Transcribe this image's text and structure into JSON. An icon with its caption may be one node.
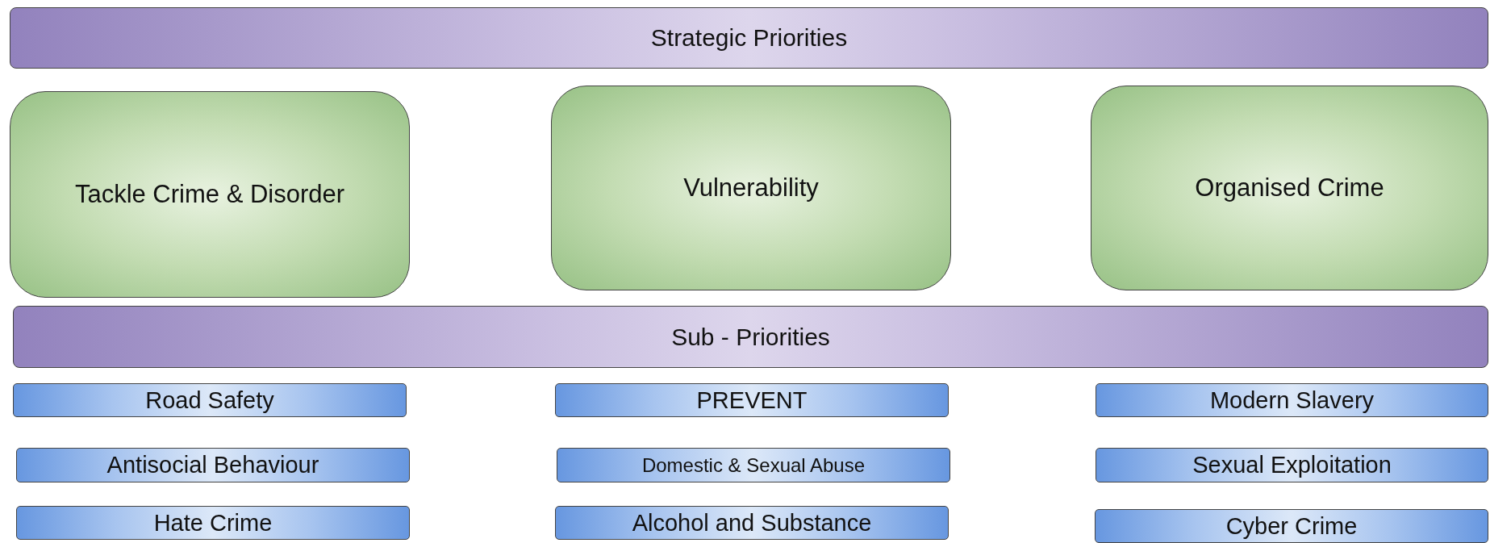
{
  "diagram": {
    "nodes": [
      {
        "text": [
          "Strategic Priorities"
        ]
      },
      {
        "text": [
          "Tackle Crime & Disorder"
        ]
      },
      {
        "text": [
          "Vulnerability"
        ]
      },
      {
        "text": [
          "Organised Crime"
        ]
      },
      {
        "text": [
          "Sub - Priorities"
        ]
      },
      {
        "text": [
          "Road Safety"
        ]
      },
      {
        "text": [
          "PREVENT"
        ]
      },
      {
        "text": [
          "Modern Slavery"
        ]
      },
      {
        "text": [
          "Antisocial Behaviour"
        ]
      },
      {
        "text": [
          "Domestic & Sexual Abuse"
        ]
      },
      {
        "text": [
          "Sexual Exploitation"
        ]
      },
      {
        "text": [
          "Hate Crime"
        ]
      },
      {
        "text": [
          "Alcohol and Substance"
        ]
      },
      {
        "text": [
          "Cyber Crime"
        ]
      }
    ]
  }
}
